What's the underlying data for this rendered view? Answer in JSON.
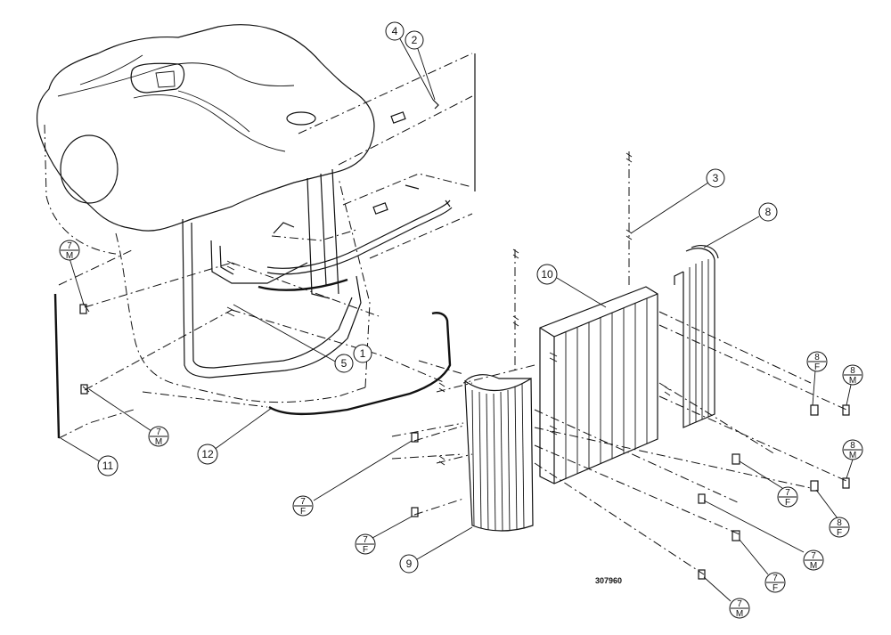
{
  "drawing": {
    "part_number": "307960",
    "callouts": {
      "c1": "1",
      "c2": "2",
      "c3": "3",
      "c4": "4",
      "c5": "5",
      "c8": "8",
      "c9": "9",
      "c10": "10",
      "c11": "11",
      "c12": "12"
    },
    "fraction_tags": {
      "f1": {
        "num": "7",
        "den": "M"
      },
      "f2": {
        "num": "7",
        "den": "M"
      },
      "f3": {
        "num": "7",
        "den": "F"
      },
      "f4": {
        "num": "7",
        "den": "F"
      },
      "f5": {
        "num": "8",
        "den": "F"
      },
      "f6": {
        "num": "8",
        "den": "M"
      },
      "f7": {
        "num": "8",
        "den": "M"
      },
      "f8": {
        "num": "7",
        "den": "F"
      },
      "f9": {
        "num": "8",
        "den": "F"
      },
      "f10": {
        "num": "7",
        "den": "M"
      },
      "f11": {
        "num": "7",
        "den": "F"
      },
      "f12": {
        "num": "7",
        "den": "M"
      }
    }
  }
}
